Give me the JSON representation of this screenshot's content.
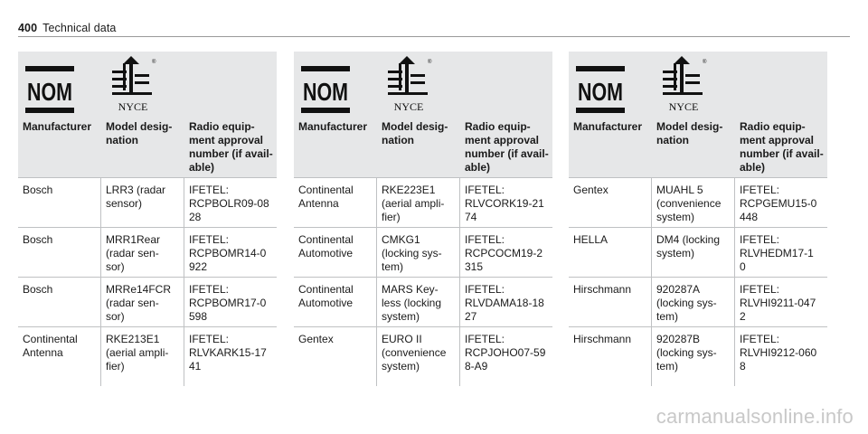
{
  "page": {
    "number": "400",
    "title": "Technical data"
  },
  "logos": {
    "nom_text": "NOM",
    "nyce_text": "NYCE",
    "nyce_mark": "®"
  },
  "columns": [
    "Manufacturer",
    "Model desig-\nnation",
    "Radio equip-\nment approval\nnumber (if avail-\nable)"
  ],
  "panels": [
    {
      "rows": [
        [
          "Bosch",
          "LRR3 (radar\nsensor)",
          "IFETEL:\nRCPBOLR09-08\n28"
        ],
        [
          "Bosch",
          "MRR1Rear\n(radar sen-\nsor)",
          "IFETEL:\nRCPBOMR14-0\n922"
        ],
        [
          "Bosch",
          "MRRe14FCR\n(radar sen-\nsor)",
          "IFETEL:\nRCPBOMR17-0\n598"
        ],
        [
          "Continental\nAntenna",
          "RKE213E1\n(aerial ampli-\nfier)",
          "IFETEL:\nRLVKARK15-17\n41"
        ]
      ]
    },
    {
      "rows": [
        [
          "Continental\nAntenna",
          "RKE223E1\n(aerial ampli-\nfier)",
          "IFETEL:\nRLVCORK19-21\n74"
        ],
        [
          "Continental\nAutomotive",
          "CMKG1\n(locking sys-\ntem)",
          "IFETEL:\nRCPCOCM19-2\n315"
        ],
        [
          "Continental\nAutomotive",
          "MARS Key-\nless (locking\nsystem)",
          "IFETEL:\nRLVDAMA18-18\n27"
        ],
        [
          "Gentex",
          "EURO II\n(convenience\nsystem)",
          "IFETEL:\nRCPJOHO07-59\n8-A9"
        ]
      ]
    },
    {
      "rows": [
        [
          "Gentex",
          "MUAHL 5\n(convenience\nsystem)",
          "IFETEL:\nRCPGEMU15-0\n448"
        ],
        [
          "HELLA",
          "DM4 (locking\nsystem)",
          "IFETEL:\nRLVHEDM17-1\n0"
        ],
        [
          "Hirschmann",
          "920287A\n(locking sys-\ntem)",
          "IFETEL:\nRLVHI9211-047\n2"
        ],
        [
          "Hirschmann",
          "920287B\n(locking sys-\ntem)",
          "IFETEL:\nRLVHI9212-060\n8"
        ]
      ]
    }
  ],
  "watermark": "carmanualsonline.info"
}
